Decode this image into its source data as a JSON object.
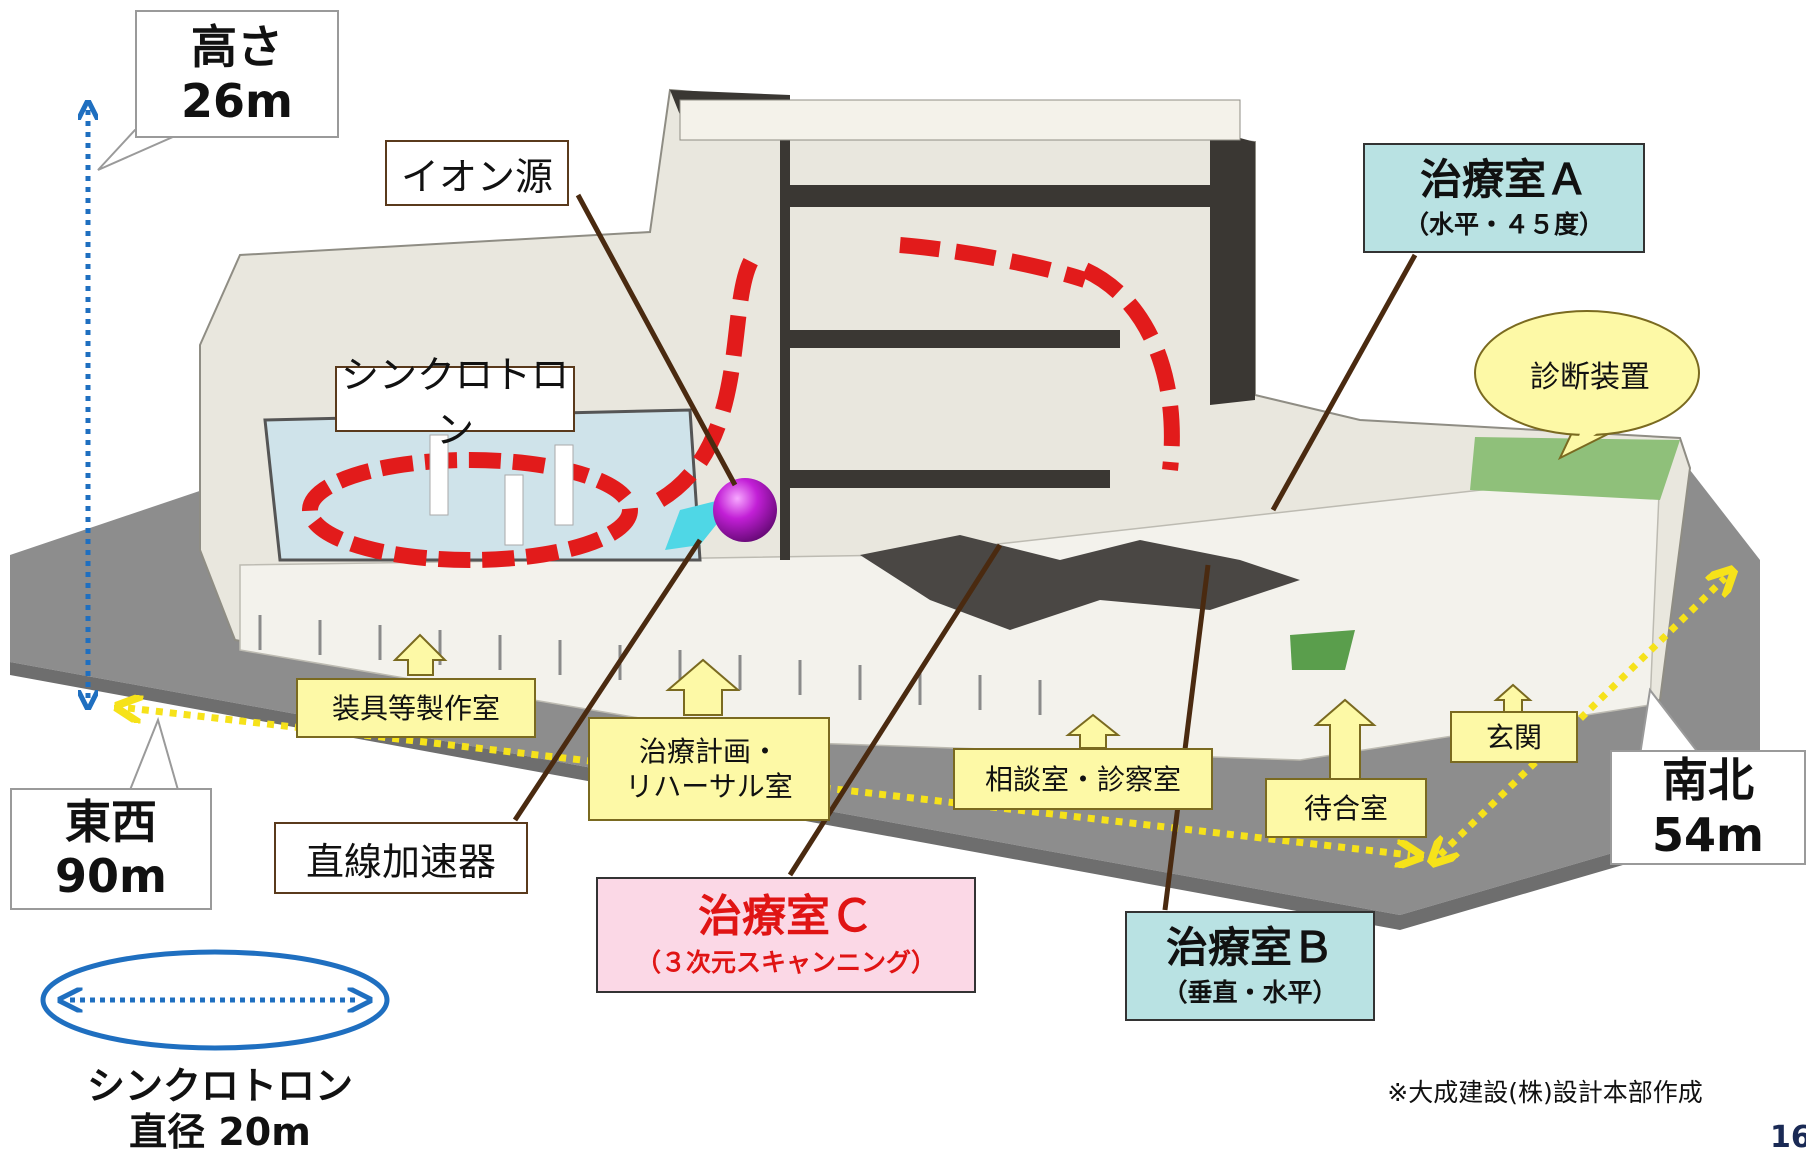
{
  "labels": {
    "height_title": "高さ",
    "height_value": "26m",
    "ion_source": "イオン源",
    "synchrotron": "シンクロトロン",
    "room_a_title": "治療室Ａ",
    "room_a_sub": "（水平・４５度）",
    "diagnosis": "診断装置",
    "equipment_room": "装具等製作室",
    "planning_room_line1": "治療計画・",
    "planning_room_line2": "リハーサル室",
    "consult_room": "相談室・診察室",
    "entrance": "玄関",
    "waiting_room": "待合室",
    "ew_title": "東西",
    "ew_value": "90m",
    "linac": "直線加速器",
    "room_c_title": "治療室Ｃ",
    "room_c_sub": "（３次元スキャンニング）",
    "room_b_title": "治療室Ｂ",
    "room_b_sub": "（垂直・水平）",
    "ns_title": "南北",
    "ns_value": "54m",
    "sync_diameter_title": "シンクロトロン",
    "sync_diameter_value": "直径 20m",
    "credit": "※大成建設(株)設計本部作成",
    "page_number": "16"
  },
  "colors": {
    "vertical_arrow": "#1f6fc0",
    "yellow_arrow": "#f6e21a",
    "leader_line": "#4a2a10",
    "room_teal": "#b9e2e3",
    "room_pink": "#fbd8e6",
    "room_c_text": "#e01414",
    "yellow_label": "#fdf9a6",
    "ring_magnets": "#e21b1b",
    "ion_sphere": "#c21fd6",
    "ground_slab": "#8f8f8f",
    "synchrotron_icon": "#1f6fc0"
  },
  "icons": [
    "ion-source-sphere-icon",
    "synchrotron-ring-icon",
    "double-arrow-icon"
  ]
}
